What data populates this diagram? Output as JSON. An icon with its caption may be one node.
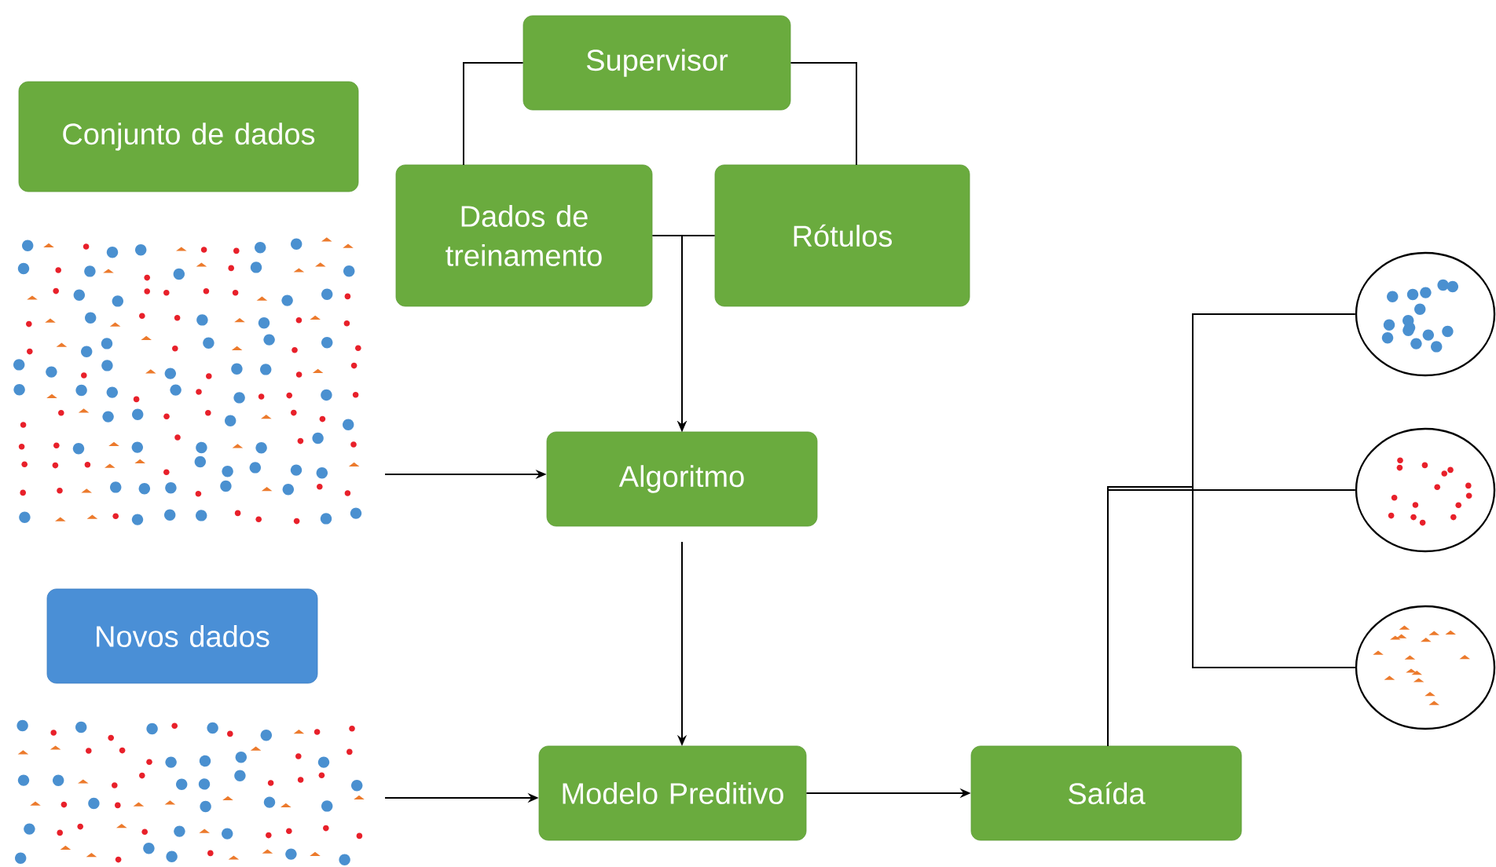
{
  "diagram": {
    "nodes": [
      {
        "text": [
          "Conjunto de dados"
        ]
      },
      {
        "text": [
          "Supervisor"
        ]
      },
      {
        "text": [
          "Dados de treinamento"
        ]
      },
      {
        "text": [
          "Rótulos"
        ]
      },
      {
        "text": [],
        "shape": "picture"
      },
      {
        "text": [
          "Algoritmo"
        ]
      },
      {
        "text": [
          "Novos dados"
        ]
      },
      {
        "text": [],
        "shape": "picture"
      },
      {
        "text": [
          "Modelo Preditivo"
        ]
      },
      {
        "text": [
          "Saída"
        ]
      },
      {
        "text": [],
        "shape": "circle"
      },
      {
        "text": [],
        "shape": "circle"
      },
      {
        "text": [],
        "shape": "circle"
      }
    ],
    "edges": [
      {
        "from": 1,
        "to": 2,
        "arrow": "none"
      },
      {
        "from": 1,
        "to": 3,
        "arrow": "none"
      },
      {
        "from": 2,
        "to": 5,
        "arrow": "to"
      },
      {
        "from": 3,
        "to": 5,
        "arrow": "to"
      },
      {
        "from": 4,
        "to": 5,
        "arrow": "to"
      },
      {
        "from": 5,
        "to": 8,
        "arrow": "to"
      },
      {
        "from": 7,
        "to": 8,
        "arrow": "to"
      },
      {
        "from": 8,
        "to": 9,
        "arrow": "to"
      },
      {
        "from": 9,
        "to": 10,
        "arrow": "none"
      },
      {
        "from": 9,
        "to": 11,
        "arrow": "none"
      },
      {
        "from": 9,
        "to": 12,
        "arrow": "none"
      }
    ]
  }
}
